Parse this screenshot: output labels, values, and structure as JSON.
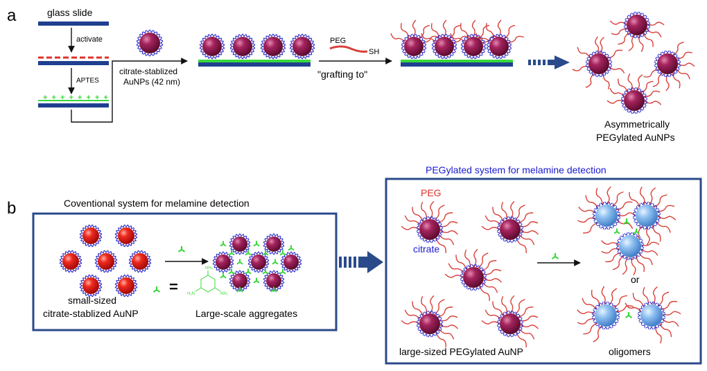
{
  "panel_a": {
    "letter": "a",
    "glass_slide": "glass slide",
    "activate": "activate",
    "aptes": "APTES",
    "citrate_np_line1": "citrate-stablized",
    "citrate_np_line2": "AuNPs (42 nm)",
    "peg": "PEG",
    "sh": "SH",
    "grafting_to": "\"grafting to\"",
    "product_line1": "Asymmetrically",
    "product_line2": "PEGylated AuNPs"
  },
  "panel_b": {
    "letter": "b",
    "conventional_title": "Coventional system for melamine  detection",
    "small_np_line1": "small-sized",
    "small_np_line2": "citrate-stablized AuNP",
    "equals": "=",
    "aggregates": "Large-scale aggregates",
    "pegylated_title": "PEGylated system for melamine  detection",
    "peg_label": "PEG",
    "citrate_label": "citrate",
    "large_np": "large-sized PEGylated AuNP",
    "or": "or",
    "oligomers": "oligomers"
  },
  "colors": {
    "slide_blue": "#1f3f8f",
    "activate_red": "#e0302a",
    "aptes_green": "#3ad83a",
    "aunp_dark": "#8a1a4a",
    "aunp_red": "#e02020",
    "aunp_blue": "#6aa8e8",
    "citrate_blue": "#2a2ac8",
    "peg_red": "#d8403a",
    "box_blue": "#2a4a8a",
    "title_blue": "#1a1ad0"
  }
}
